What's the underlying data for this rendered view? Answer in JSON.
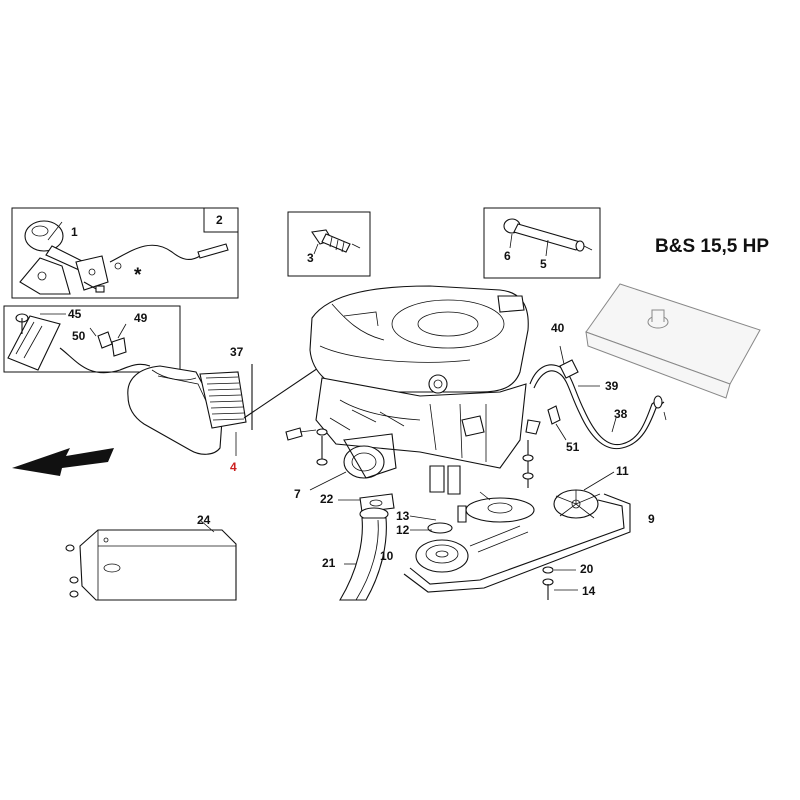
{
  "title": "B&S 15,5 HP",
  "colors": {
    "line": "#111111",
    "highlight": "#cc1f1f",
    "background": "#ffffff"
  },
  "marker": "*",
  "labels": {
    "p1": "1",
    "p2": "2",
    "p3": "3",
    "p4": "4",
    "p5": "5",
    "p6": "6",
    "p7": "7",
    "p9": "9",
    "p10": "10",
    "p11": "11",
    "p12": "12",
    "p13": "13",
    "p14": "14",
    "p20": "20",
    "p21": "21",
    "p22": "22",
    "p24": "24",
    "p37": "37",
    "p38": "38",
    "p39": "39",
    "p40": "40",
    "p45": "45",
    "p49": "49",
    "p50": "50",
    "p51": "51"
  },
  "icons": {
    "direction": "front-direction-arrow-icon"
  }
}
